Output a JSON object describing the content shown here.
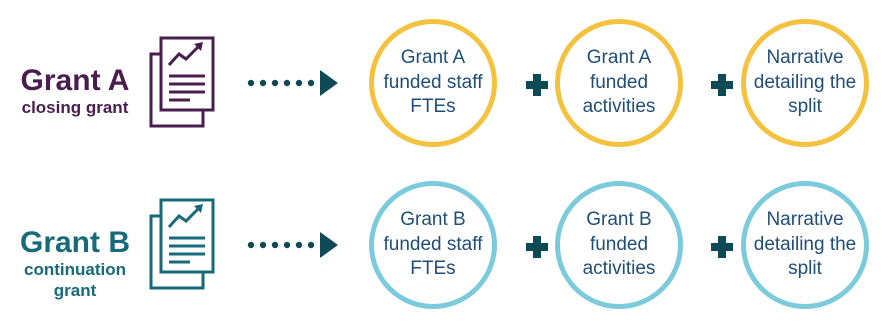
{
  "grant_a": {
    "name": "Grant A",
    "subtitle": "closing grant",
    "items": [
      "Grant A funded staff FTEs",
      "Grant A funded activities",
      "Narrative detailing the split"
    ]
  },
  "grant_b": {
    "name": "Grant B",
    "subtitle": "continuation grant",
    "items": [
      "Grant B funded staff FTEs",
      "Grant B funded activities",
      "Narrative detailing the split"
    ]
  },
  "colors": {
    "grant_a_text": "#4a1d4f",
    "grant_b_text": "#166a7a",
    "grant_a_circle": "#f4c23e",
    "grant_b_circle": "#7ccbdc",
    "circle_text": "#1f4e79",
    "connector": "#0d4a56"
  },
  "icons": [
    "document-chart-icon",
    "dotted-arrow-icon",
    "plus-icon"
  ]
}
